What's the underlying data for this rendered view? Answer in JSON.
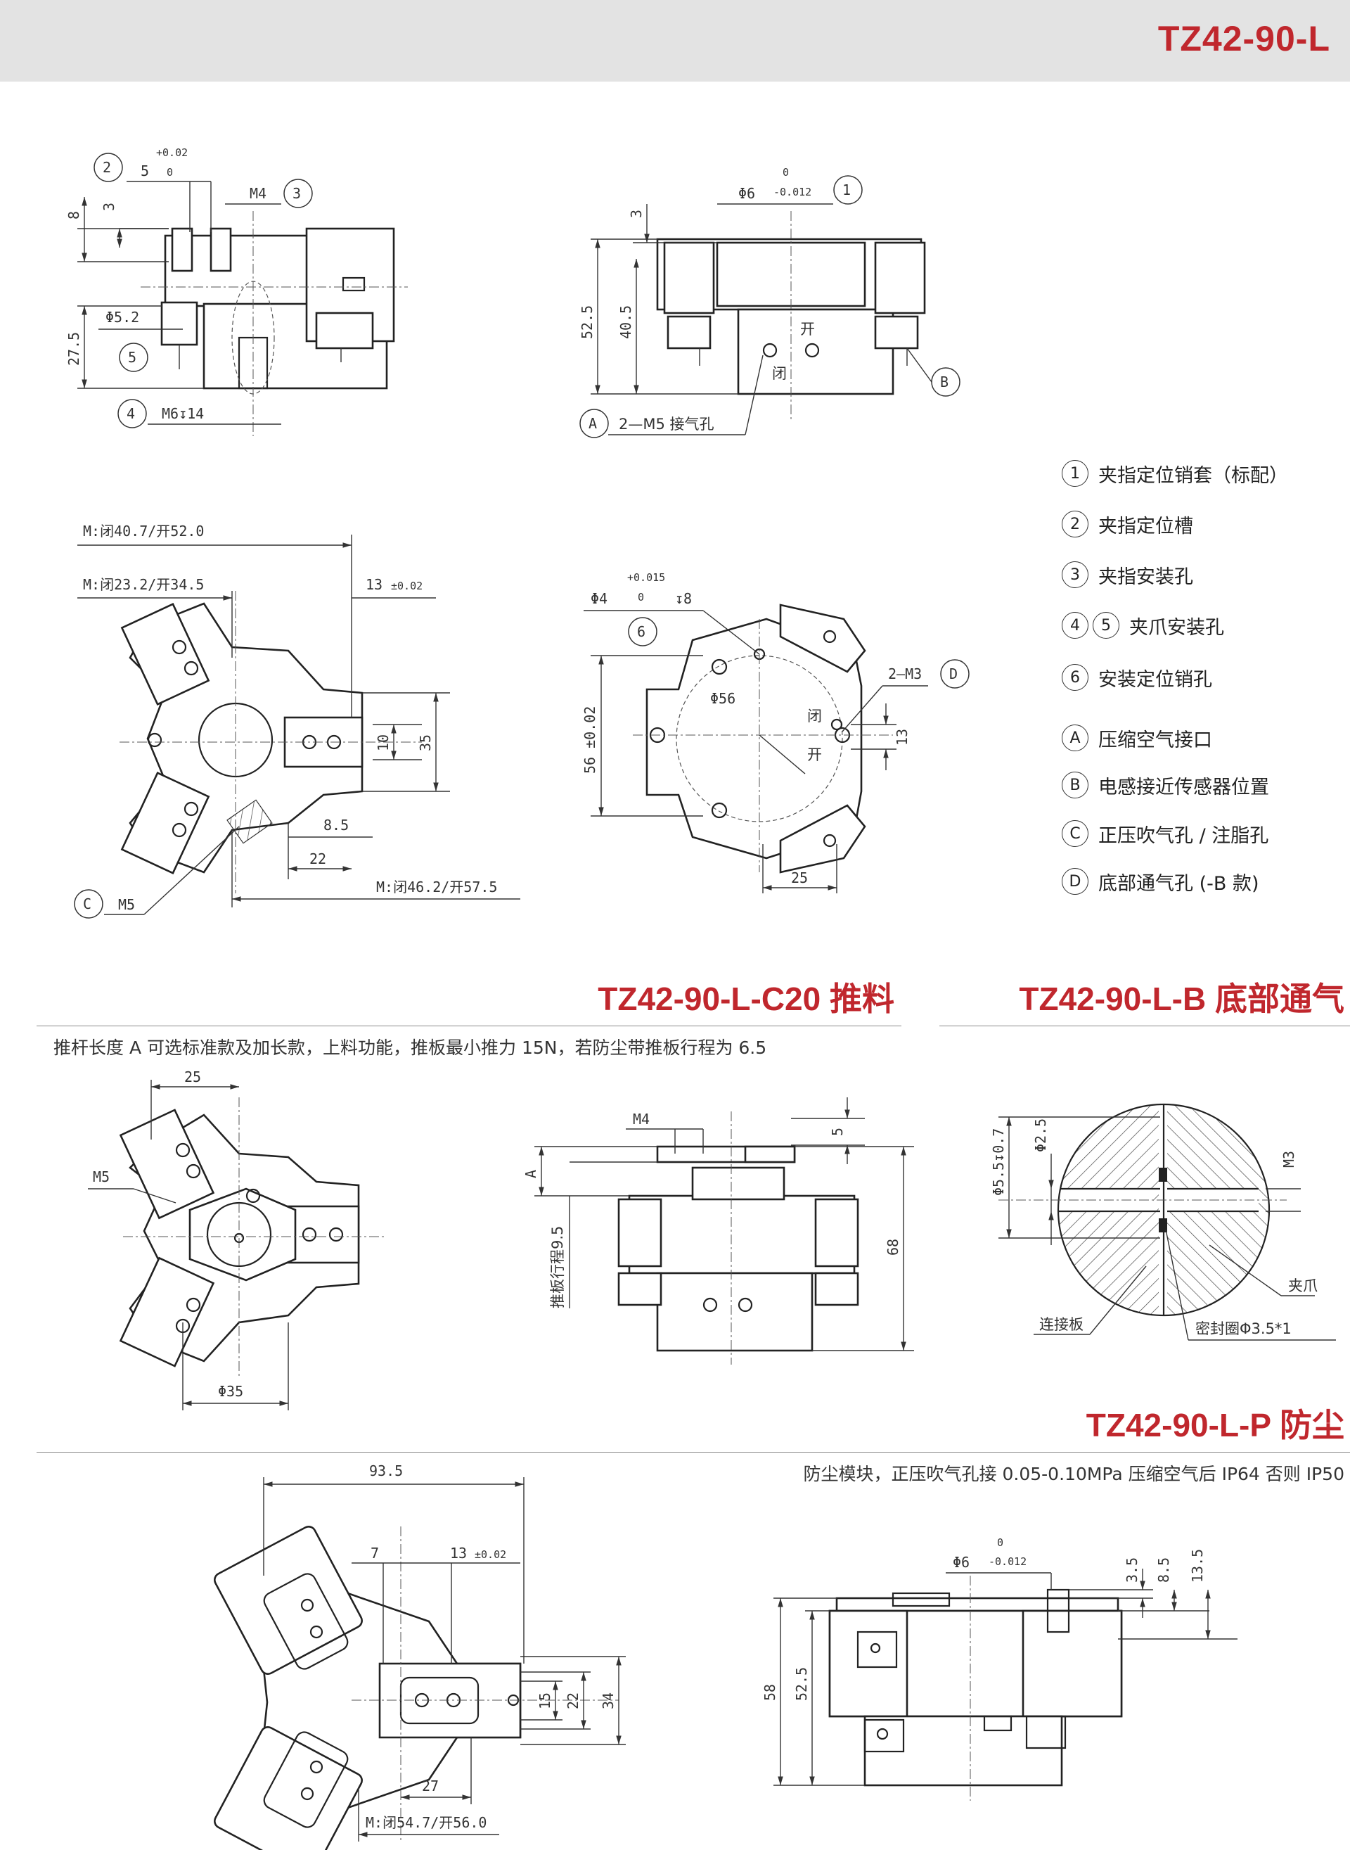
{
  "header": {
    "title": "TZ42-90-L"
  },
  "legend": [
    {
      "marks": [
        "1"
      ],
      "text": "夹指定位销套（标配）"
    },
    {
      "marks": [
        "2"
      ],
      "text": "夹指定位槽"
    },
    {
      "marks": [
        "3"
      ],
      "text": "夹指安装孔"
    },
    {
      "marks": [
        "4",
        "5"
      ],
      "text": "夹爪安装孔"
    },
    {
      "marks": [
        "6"
      ],
      "text": "安装定位销孔"
    },
    {
      "marks": [
        "A"
      ],
      "text": "压缩空气接口"
    },
    {
      "marks": [
        "B"
      ],
      "text": "电感接近传感器位置"
    },
    {
      "marks": [
        "C"
      ],
      "text": "正压吹气孔 / 注脂孔"
    },
    {
      "marks": [
        "D"
      ],
      "text": "底部通气孔 (-B 款)"
    }
  ],
  "sections": {
    "c20": {
      "title": "TZ42-90-L-C20 推料",
      "desc": "推杆长度 A 可选标准款及加长款，上料功能，推板最小推力 15N，若防尘带推板行程为 6.5"
    },
    "b": {
      "title": "TZ42-90-L-B 底部通气"
    },
    "p": {
      "title": "TZ42-90-L-P 防尘",
      "desc": "防尘模块，正压吹气孔接 0.05-0.10MPa 压缩空气后 IP64 否则 IP50"
    }
  },
  "drawings": {
    "side1": {
      "c2": "2",
      "d5": "5",
      "tol_up": "+0.02",
      "tol_lo": "0",
      "m4": "M4",
      "c3": "3",
      "v8": "8",
      "v3": "3",
      "d52": "Φ5.2",
      "c5": "5",
      "v275": "27.5",
      "c4": "4",
      "m6": "M6↧14"
    },
    "side2": {
      "d6": "Φ6",
      "tol_up": "0",
      "tol_lo": "-0.012",
      "c1": "1",
      "v3": "3",
      "v525": "52.5",
      "v405": "40.5",
      "kai": "开",
      "bi": "闭",
      "cB": "B",
      "cA": "A",
      "m5": "2—M5 接气孔"
    },
    "top1": {
      "m1": "M:闭40.7/开52.0",
      "m2": "M:闭23.2/开34.5",
      "d13": "13",
      "tol": "±0.02",
      "v10": "10",
      "v35": "35",
      "v85": "8.5",
      "v22": "22",
      "m3": "M:闭46.2/开57.5",
      "cC": "C",
      "m5": "M5"
    },
    "bot1": {
      "d4": "Φ4",
      "tol_up": "+0.015",
      "tol_lo": "0",
      "dep": "↧8",
      "c6": "6",
      "d56": "Φ56",
      "m3": "2—M3",
      "cD": "D",
      "bi": "闭",
      "kai": "开",
      "v13": "13",
      "v56": "56 ±0.02",
      "v25": "25"
    },
    "c20top": {
      "v25": "25",
      "m5": "M5",
      "d35": "Φ35"
    },
    "c20side": {
      "m4": "M4",
      "v5": "5",
      "A": "A",
      "stroke": "推板行程9.5",
      "v68": "68"
    },
    "bsec": {
      "d55": "Φ5.5↧0.7",
      "d25": "Φ2.5",
      "m3": "M3",
      "jz": "夹爪",
      "ljb": "连接板",
      "mfq": "密封圈Φ3.5*1"
    },
    "ptop": {
      "v935": "93.5",
      "v7": "7",
      "d13": "13",
      "tol": "±0.02",
      "v15": "15",
      "v22": "22",
      "v34": "34",
      "v27": "27",
      "m": "M:闭54.7/开56.0"
    },
    "pside": {
      "d6": "Φ6",
      "tol_up": "0",
      "tol_lo": "-0.012",
      "v35": "3.5",
      "v85": "8.5",
      "v135": "13.5",
      "v58": "58",
      "v525": "52.5"
    }
  }
}
